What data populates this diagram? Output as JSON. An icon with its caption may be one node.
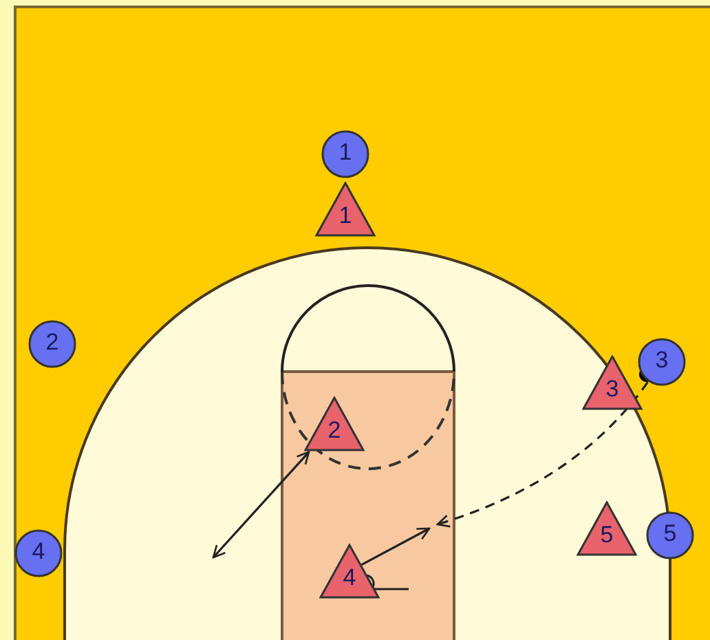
{
  "diagram": {
    "nodes": [
      {
        "text": [
          "1"
        ]
      },
      {
        "text": [
          "1"
        ]
      },
      {
        "text": [
          "2"
        ]
      },
      {
        "text": [
          "2"
        ]
      },
      {
        "text": [
          "3"
        ]
      },
      {
        "text": [
          "3"
        ]
      },
      {
        "text": [
          "4"
        ]
      },
      {
        "text": [
          "5"
        ]
      },
      {
        "text": [
          "5"
        ]
      },
      {
        "text": [
          "4"
        ]
      }
    ],
    "edges": [
      {
        "from": 3,
        "to": null,
        "arrow": "both"
      },
      {
        "from": 4,
        "to": null,
        "arrow": "to",
        "style": "dashed"
      },
      {
        "from": 9,
        "to": null,
        "arrow": "to"
      }
    ]
  }
}
